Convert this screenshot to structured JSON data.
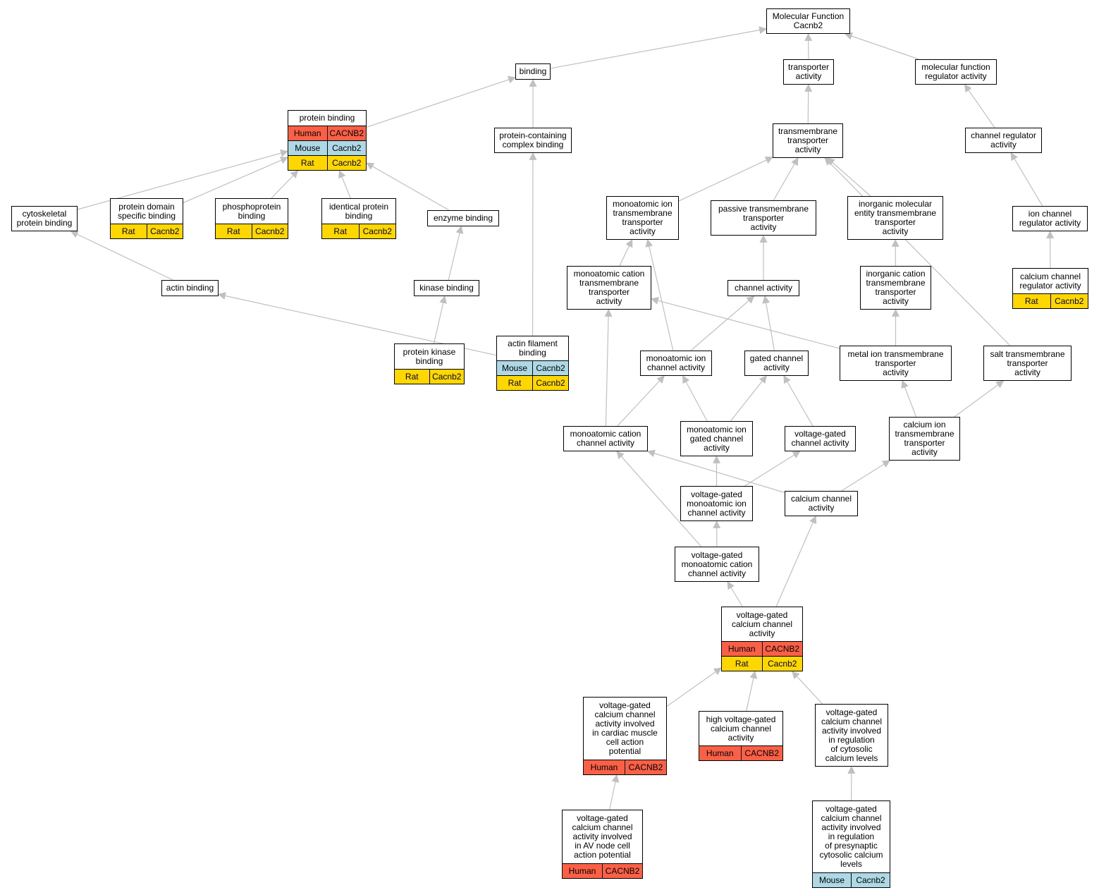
{
  "colors": {
    "Human": "#fa6045",
    "Mouse": "#add8e6",
    "Rat": "#ffd700",
    "edge": "#c0c0c0"
  },
  "nodes": [
    {
      "id": "mf",
      "label": "Molecular Function\nCacnb2",
      "rows": []
    },
    {
      "id": "binding",
      "label": "binding",
      "rows": []
    },
    {
      "id": "transporter",
      "label": "transporter\nactivity",
      "rows": []
    },
    {
      "id": "mfreg",
      "label": "molecular function\nregulator activity",
      "rows": []
    },
    {
      "id": "protbind",
      "label": "protein binding",
      "rows": [
        [
          "Human",
          "CACNB2"
        ],
        [
          "Mouse",
          "Cacnb2"
        ],
        [
          "Rat",
          "Cacnb2"
        ]
      ]
    },
    {
      "id": "pcomplex",
      "label": "protein-containing\ncomplex binding",
      "rows": []
    },
    {
      "id": "tmtrans",
      "label": "transmembrane\ntransporter\nactivity",
      "rows": []
    },
    {
      "id": "chanreg",
      "label": "channel regulator\nactivity",
      "rows": []
    },
    {
      "id": "cytoskel",
      "label": "cytoskeletal\nprotein binding",
      "rows": []
    },
    {
      "id": "protdom",
      "label": "protein domain\nspecific binding",
      "rows": [
        [
          "Rat",
          "Cacnb2"
        ]
      ]
    },
    {
      "id": "phospho",
      "label": "phosphoprotein\nbinding",
      "rows": [
        [
          "Rat",
          "Cacnb2"
        ]
      ]
    },
    {
      "id": "identical",
      "label": "identical protein\nbinding",
      "rows": [
        [
          "Rat",
          "Cacnb2"
        ]
      ]
    },
    {
      "id": "enzyme",
      "label": "enzyme binding",
      "rows": []
    },
    {
      "id": "maiontm",
      "label": "monoatomic ion\ntransmembrane\ntransporter\nactivity",
      "rows": []
    },
    {
      "id": "passive",
      "label": "passive transmembrane\ntransporter\nactivity",
      "rows": []
    },
    {
      "id": "inorgmol",
      "label": "inorganic molecular\nentity transmembrane\ntransporter\nactivity",
      "rows": []
    },
    {
      "id": "ionchanreg",
      "label": "ion channel\nregulator activity",
      "rows": []
    },
    {
      "id": "cachanreg",
      "label": "calcium channel\nregulator activity",
      "rows": [
        [
          "Rat",
          "Cacnb2"
        ]
      ]
    },
    {
      "id": "actin",
      "label": "actin binding",
      "rows": []
    },
    {
      "id": "kinase",
      "label": "kinase binding",
      "rows": []
    },
    {
      "id": "macattm",
      "label": "monoatomic cation\ntransmembrane\ntransporter\nactivity",
      "rows": []
    },
    {
      "id": "chanact",
      "label": "channel activity",
      "rows": []
    },
    {
      "id": "inorgcat",
      "label": "inorganic cation\ntransmembrane\ntransporter\nactivity",
      "rows": []
    },
    {
      "id": "protkinase",
      "label": "protein kinase\nbinding",
      "rows": [
        [
          "Rat",
          "Cacnb2"
        ]
      ]
    },
    {
      "id": "actinfil",
      "label": "actin filament\nbinding",
      "rows": [
        [
          "Mouse",
          "Cacnb2"
        ],
        [
          "Rat",
          "Cacnb2"
        ]
      ]
    },
    {
      "id": "maionchan",
      "label": "monoatomic ion\nchannel activity",
      "rows": []
    },
    {
      "id": "gated",
      "label": "gated channel\nactivity",
      "rows": []
    },
    {
      "id": "metalion",
      "label": "metal ion transmembrane\ntransporter\nactivity",
      "rows": []
    },
    {
      "id": "salt",
      "label": "salt transmembrane\ntransporter\nactivity",
      "rows": []
    },
    {
      "id": "macatchan",
      "label": "monoatomic cation\nchannel activity",
      "rows": []
    },
    {
      "id": "maiongated",
      "label": "monoatomic ion\ngated channel\nactivity",
      "rows": []
    },
    {
      "id": "vgchan",
      "label": "voltage-gated\nchannel activity",
      "rows": []
    },
    {
      "id": "caiontm",
      "label": "calcium ion\ntransmembrane\ntransporter\nactivity",
      "rows": []
    },
    {
      "id": "vgmaion",
      "label": "voltage-gated\nmonoatomic ion\nchannel activity",
      "rows": []
    },
    {
      "id": "cachan",
      "label": "calcium channel\nactivity",
      "rows": []
    },
    {
      "id": "vgmacat",
      "label": "voltage-gated\nmonoatomic cation\nchannel activity",
      "rows": []
    },
    {
      "id": "vgca",
      "label": "voltage-gated\ncalcium channel\nactivity",
      "rows": [
        [
          "Human",
          "CACNB2"
        ],
        [
          "Rat",
          "Cacnb2"
        ]
      ]
    },
    {
      "id": "vgcacardiac",
      "label": "voltage-gated\ncalcium channel\nactivity involved\nin cardiac muscle\ncell action\npotential",
      "rows": [
        [
          "Human",
          "CACNB2"
        ]
      ]
    },
    {
      "id": "highvg",
      "label": "high voltage-gated\ncalcium channel\nactivity",
      "rows": [
        [
          "Human",
          "CACNB2"
        ]
      ]
    },
    {
      "id": "vgcacyto",
      "label": "voltage-gated\ncalcium channel\nactivity involved\nin regulation\nof cytosolic\ncalcium levels",
      "rows": []
    },
    {
      "id": "vgcaav",
      "label": "voltage-gated\ncalcium channel\nactivity involved\nin AV node cell\naction potential",
      "rows": [
        [
          "Human",
          "CACNB2"
        ]
      ]
    },
    {
      "id": "vgcapresyn",
      "label": "voltage-gated\ncalcium channel\nactivity involved\nin regulation\nof presynaptic\ncytosolic calcium\nlevels",
      "rows": [
        [
          "Mouse",
          "Cacnb2"
        ]
      ]
    }
  ],
  "edges": [
    [
      "binding",
      "mf"
    ],
    [
      "transporter",
      "mf"
    ],
    [
      "mfreg",
      "mf"
    ],
    [
      "protbind",
      "binding"
    ],
    [
      "pcomplex",
      "binding"
    ],
    [
      "tmtrans",
      "transporter"
    ],
    [
      "chanreg",
      "mfreg"
    ],
    [
      "cytoskel",
      "protbind"
    ],
    [
      "protdom",
      "protbind"
    ],
    [
      "phospho",
      "protbind"
    ],
    [
      "identical",
      "protbind"
    ],
    [
      "enzyme",
      "protbind"
    ],
    [
      "maiontm",
      "tmtrans"
    ],
    [
      "passive",
      "tmtrans"
    ],
    [
      "inorgmol",
      "tmtrans"
    ],
    [
      "salt",
      "tmtrans"
    ],
    [
      "ionchanreg",
      "chanreg"
    ],
    [
      "cachanreg",
      "ionchanreg"
    ],
    [
      "actin",
      "cytoskel"
    ],
    [
      "kinase",
      "enzyme"
    ],
    [
      "protkinase",
      "kinase"
    ],
    [
      "actinfil",
      "actin"
    ],
    [
      "actinfil",
      "pcomplex"
    ],
    [
      "macattm",
      "maiontm"
    ],
    [
      "maionchan",
      "maiontm"
    ],
    [
      "chanact",
      "passive"
    ],
    [
      "inorgcat",
      "inorgmol"
    ],
    [
      "maionchan",
      "chanact"
    ],
    [
      "gated",
      "chanact"
    ],
    [
      "metalion",
      "inorgcat"
    ],
    [
      "metalion",
      "macattm"
    ],
    [
      "macatchan",
      "macattm"
    ],
    [
      "macatchan",
      "maionchan"
    ],
    [
      "maiongated",
      "maionchan"
    ],
    [
      "maiongated",
      "gated"
    ],
    [
      "vgchan",
      "gated"
    ],
    [
      "caiontm",
      "metalion"
    ],
    [
      "caiontm",
      "salt"
    ],
    [
      "vgmaion",
      "maiongated"
    ],
    [
      "vgmaion",
      "vgchan"
    ],
    [
      "cachan",
      "macatchan"
    ],
    [
      "cachan",
      "caiontm"
    ],
    [
      "vgmacat",
      "vgmaion"
    ],
    [
      "vgmacat",
      "macatchan"
    ],
    [
      "vgca",
      "vgmacat"
    ],
    [
      "vgca",
      "cachan"
    ],
    [
      "vgcacardiac",
      "vgca"
    ],
    [
      "highvg",
      "vgca"
    ],
    [
      "vgcacyto",
      "vgca"
    ],
    [
      "vgcaav",
      "vgcacardiac"
    ],
    [
      "vgcapresyn",
      "vgcacyto"
    ]
  ]
}
